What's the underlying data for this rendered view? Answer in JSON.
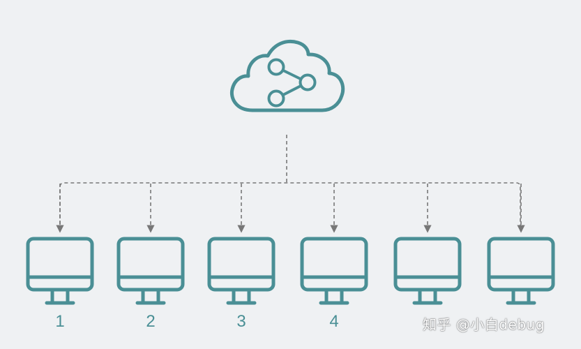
{
  "colors": {
    "background": "#eff1f3",
    "accent": "#4a8f95",
    "connector": "#777777"
  },
  "cloud": {
    "icon": "cloud-share-icon"
  },
  "computers": [
    {
      "label": "1",
      "icon": "monitor-icon"
    },
    {
      "label": "2",
      "icon": "monitor-icon"
    },
    {
      "label": "3",
      "icon": "monitor-icon"
    },
    {
      "label": "4",
      "icon": "monitor-icon"
    },
    {
      "label": "",
      "icon": "monitor-icon"
    },
    {
      "label": "",
      "icon": "monitor-icon"
    }
  ],
  "watermark": {
    "text": "知乎 @小白debug"
  }
}
